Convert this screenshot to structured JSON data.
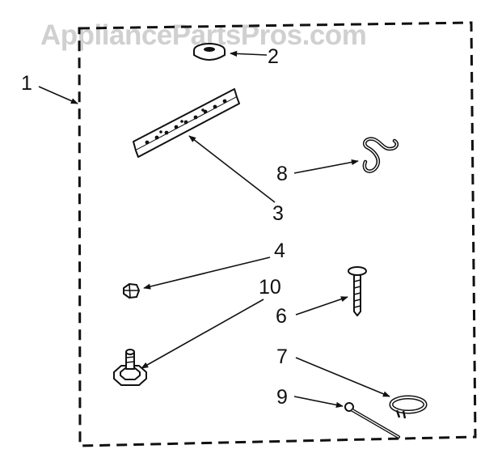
{
  "watermark": "AppliancePartsPros.com",
  "callouts": {
    "c1": "1",
    "c2": "2",
    "c3": "3",
    "c4": "4",
    "c6": "6",
    "c7": "7",
    "c8": "8",
    "c9": "9",
    "c10": "10"
  },
  "colors": {
    "ink": "#111111",
    "watermark": "#d0d0d0",
    "background": "#ffffff"
  }
}
